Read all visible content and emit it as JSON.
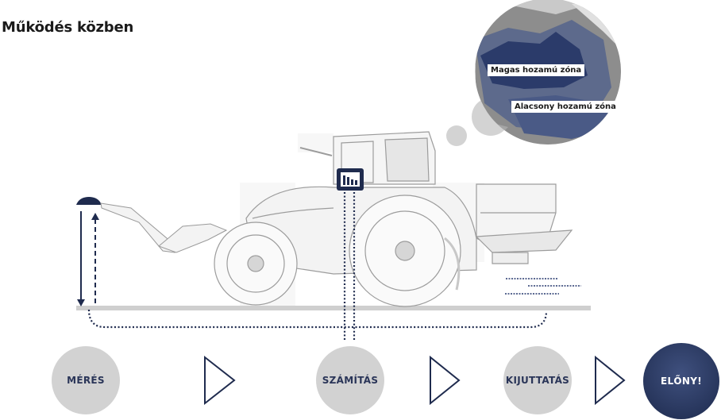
{
  "title": "Működés közben",
  "zones": {
    "high": "Magas hozamú zóna",
    "low": "Alacsony hozamú zóna"
  },
  "steps": [
    {
      "label": "MÉRÉS"
    },
    {
      "label": "SZÁMÍTÁS"
    },
    {
      "label": "KIJUTTATÁS"
    },
    {
      "label": "ELŐNY!"
    }
  ],
  "colors": {
    "navy": "#1f2b4e",
    "step_gray": "#d2d2d2",
    "ground": "#cfcfcf"
  }
}
